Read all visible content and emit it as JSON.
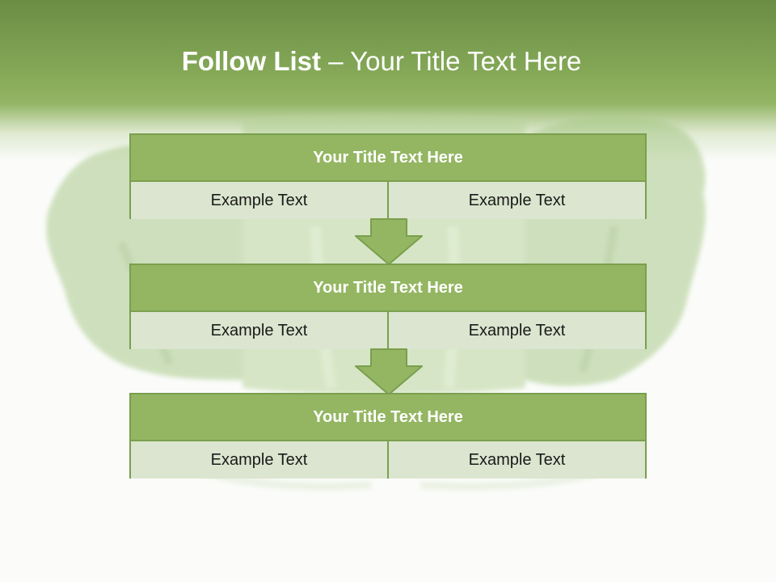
{
  "slide": {
    "title_bold": "Follow List",
    "title_rest": " – Your Title Text Here"
  },
  "steps": [
    {
      "title": "Your Title Text Here",
      "left": "Example Text",
      "right": "Example Text"
    },
    {
      "title": "Your Title Text Here",
      "left": "Example Text",
      "right": "Example Text"
    },
    {
      "title": "Your Title Text Here",
      "left": "Example Text",
      "right": "Example Text"
    }
  ],
  "colors": {
    "header": "#86aa58",
    "box_title": "#94b662",
    "box_cell": "#dbe5cf",
    "border": "#7a9f4e",
    "arrow": "#94b662"
  }
}
